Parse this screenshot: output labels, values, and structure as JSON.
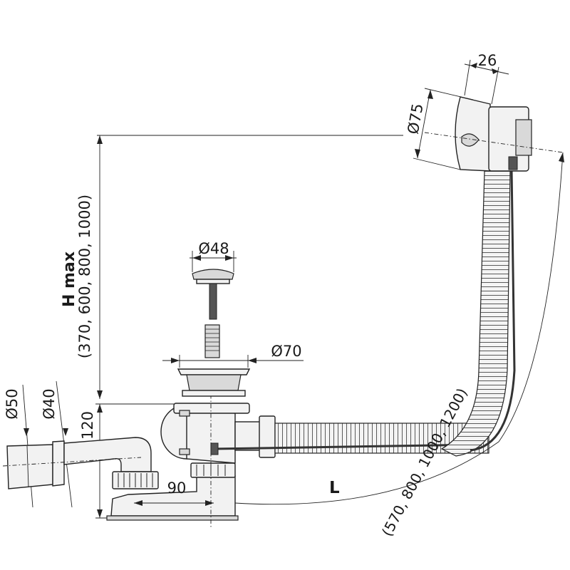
{
  "dimensions": {
    "overflow_width": "26",
    "overflow_diameter": "Ø75",
    "plug_diameter": "Ø48",
    "flange_diameter": "Ø70",
    "outlet_outer_diameter": "Ø50",
    "outlet_inner_diameter": "Ø40",
    "trap_height": "120",
    "trap_offset": "90",
    "h_max_label": "H max",
    "h_max_values": "(370, 600, 800, 1000)",
    "l_label": "L",
    "l_values": "(570, 800, 1000, 1200)"
  },
  "colors": {
    "line": "#222222",
    "part_fill": "#f2f2f2",
    "part_shade": "#d9d9d9",
    "dark_fill": "#555555"
  }
}
